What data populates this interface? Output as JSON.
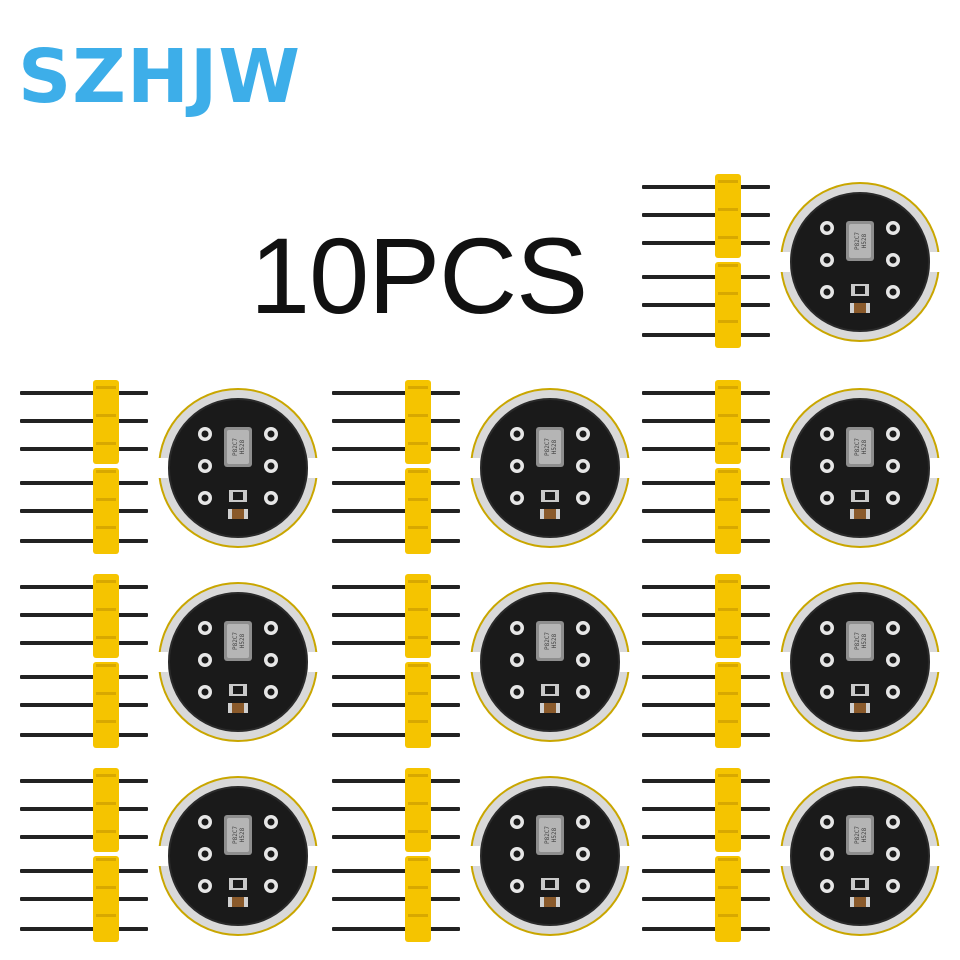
{
  "brand": {
    "text": "SZHJW",
    "color": "#3DAEE9"
  },
  "quantity_label": {
    "text": "10PCS",
    "color": "#111111"
  },
  "product": {
    "chip_marking_line1": "P82C7",
    "chip_marking_line2": "H528",
    "board_color": "#1A1A1A",
    "ring_color": "#D9D9D9",
    "header_color": "#F5C400",
    "pin_color": "#222222"
  },
  "modules": [
    {
      "id": 1
    },
    {
      "id": 2
    },
    {
      "id": 3
    },
    {
      "id": 4
    },
    {
      "id": 5
    },
    {
      "id": 6
    },
    {
      "id": 7
    },
    {
      "id": 8
    },
    {
      "id": 9
    },
    {
      "id": 10
    }
  ]
}
